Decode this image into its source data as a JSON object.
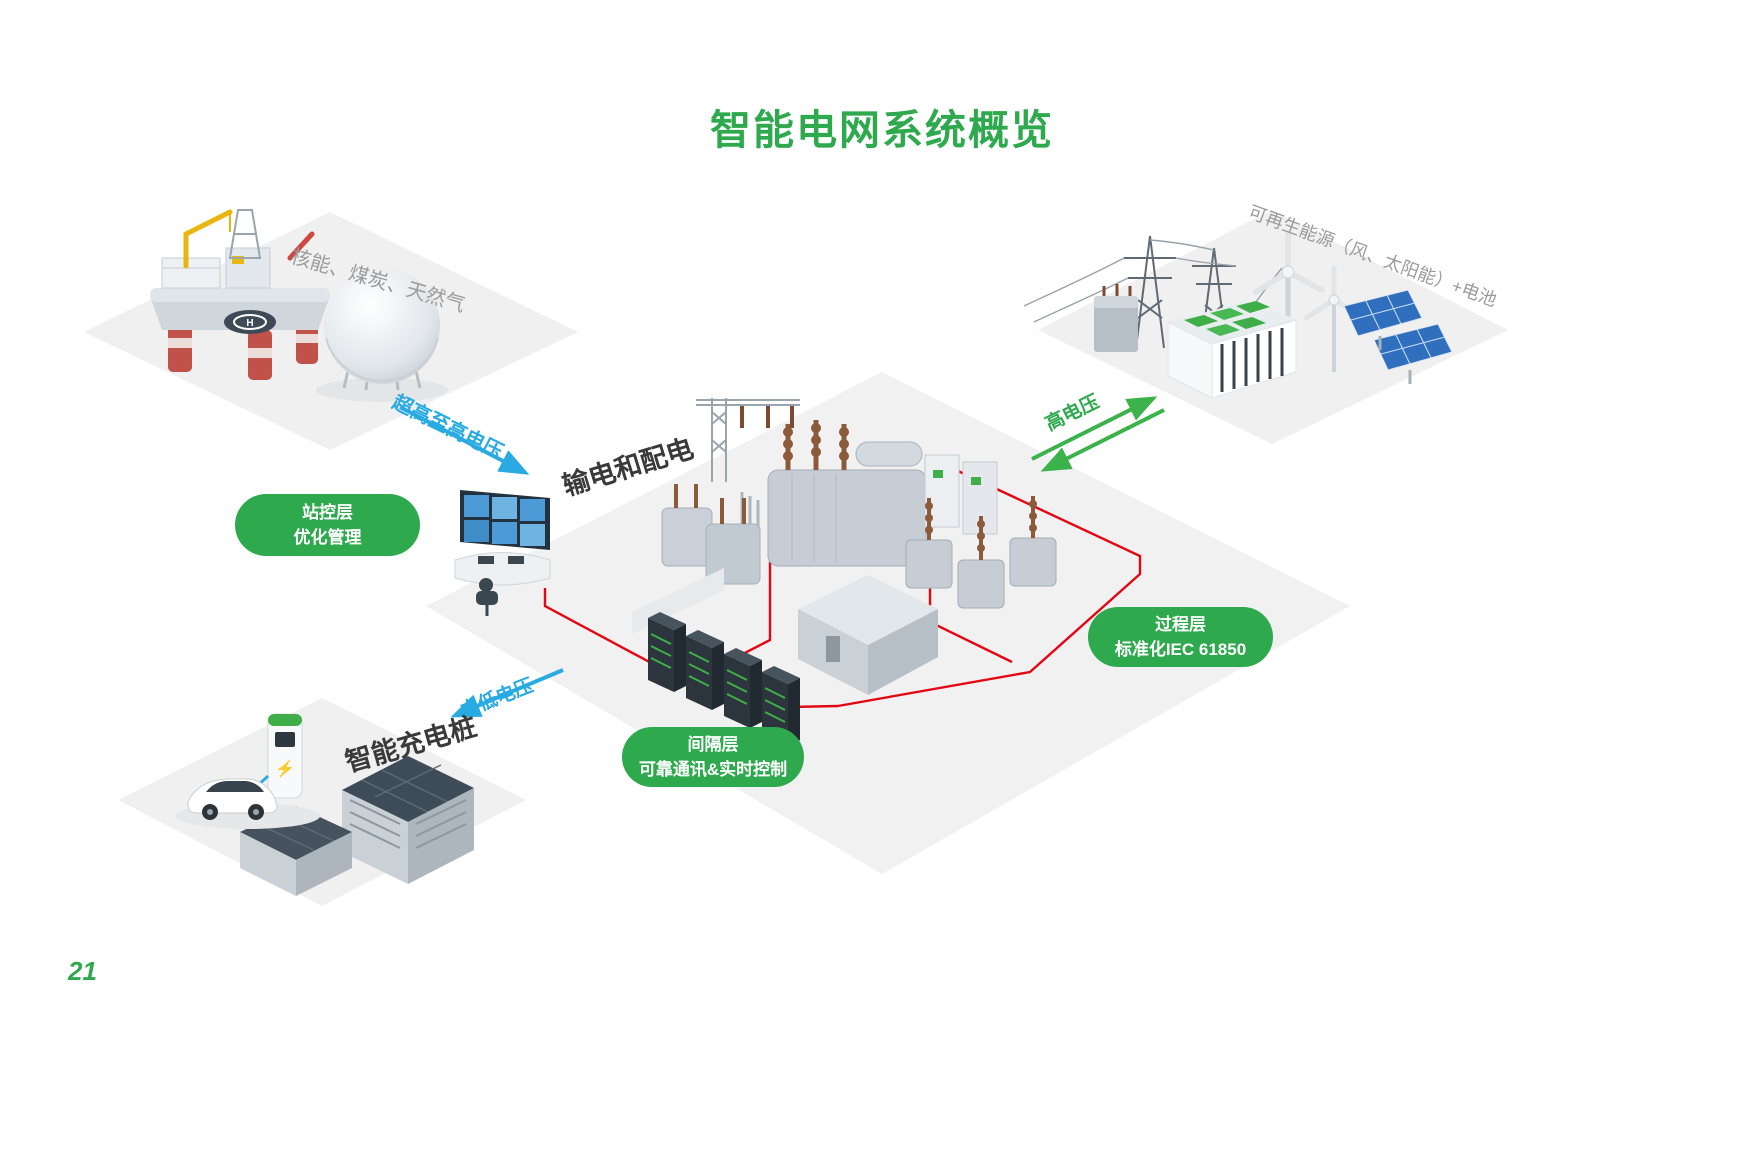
{
  "page": {
    "title": "智能电网系统概览",
    "page_number": "21"
  },
  "colors": {
    "title_green": "#2EA94D",
    "badge_green": "#2EA94D",
    "arrow_green": "#3BB34A",
    "arrow_blue": "#29ABE2",
    "network_line_red": "#E30613"
  },
  "labels": {
    "fossil_sources": "核能、煤炭、天然气",
    "renewables": "可再生能源（风、太阳能）+电池",
    "transmission_distribution": "输电和配电",
    "smart_charging": "智能充电桩"
  },
  "arrows": {
    "ultra_high_voltage": "超高至高电压",
    "high_voltage": "高电压",
    "medium_low_voltage": "中低电压"
  },
  "badges": {
    "station": {
      "line1": "站控层",
      "line2": "优化管理"
    },
    "process": {
      "line1": "过程层",
      "line2": "标准化IEC 61850"
    },
    "bay": {
      "line1": "间隔层",
      "line2": "可靠通讯&实时控制"
    }
  },
  "icons": {
    "oil_rig": "oil-rig-illustration",
    "gas_tank": "gas-tank-illustration",
    "transmission_towers": "transmission-towers-illustration",
    "wind_turbines": "wind-turbines-illustration",
    "solar_panels": "solar-panels-illustration",
    "battery_storage": "battery-storage-illustration",
    "substation": "substation-illustration",
    "control_station": "control-station-illustration",
    "server_racks": "server-racks-illustration",
    "ev_charger": "ev-charging-illustration",
    "buildings": "buildings-illustration"
  }
}
